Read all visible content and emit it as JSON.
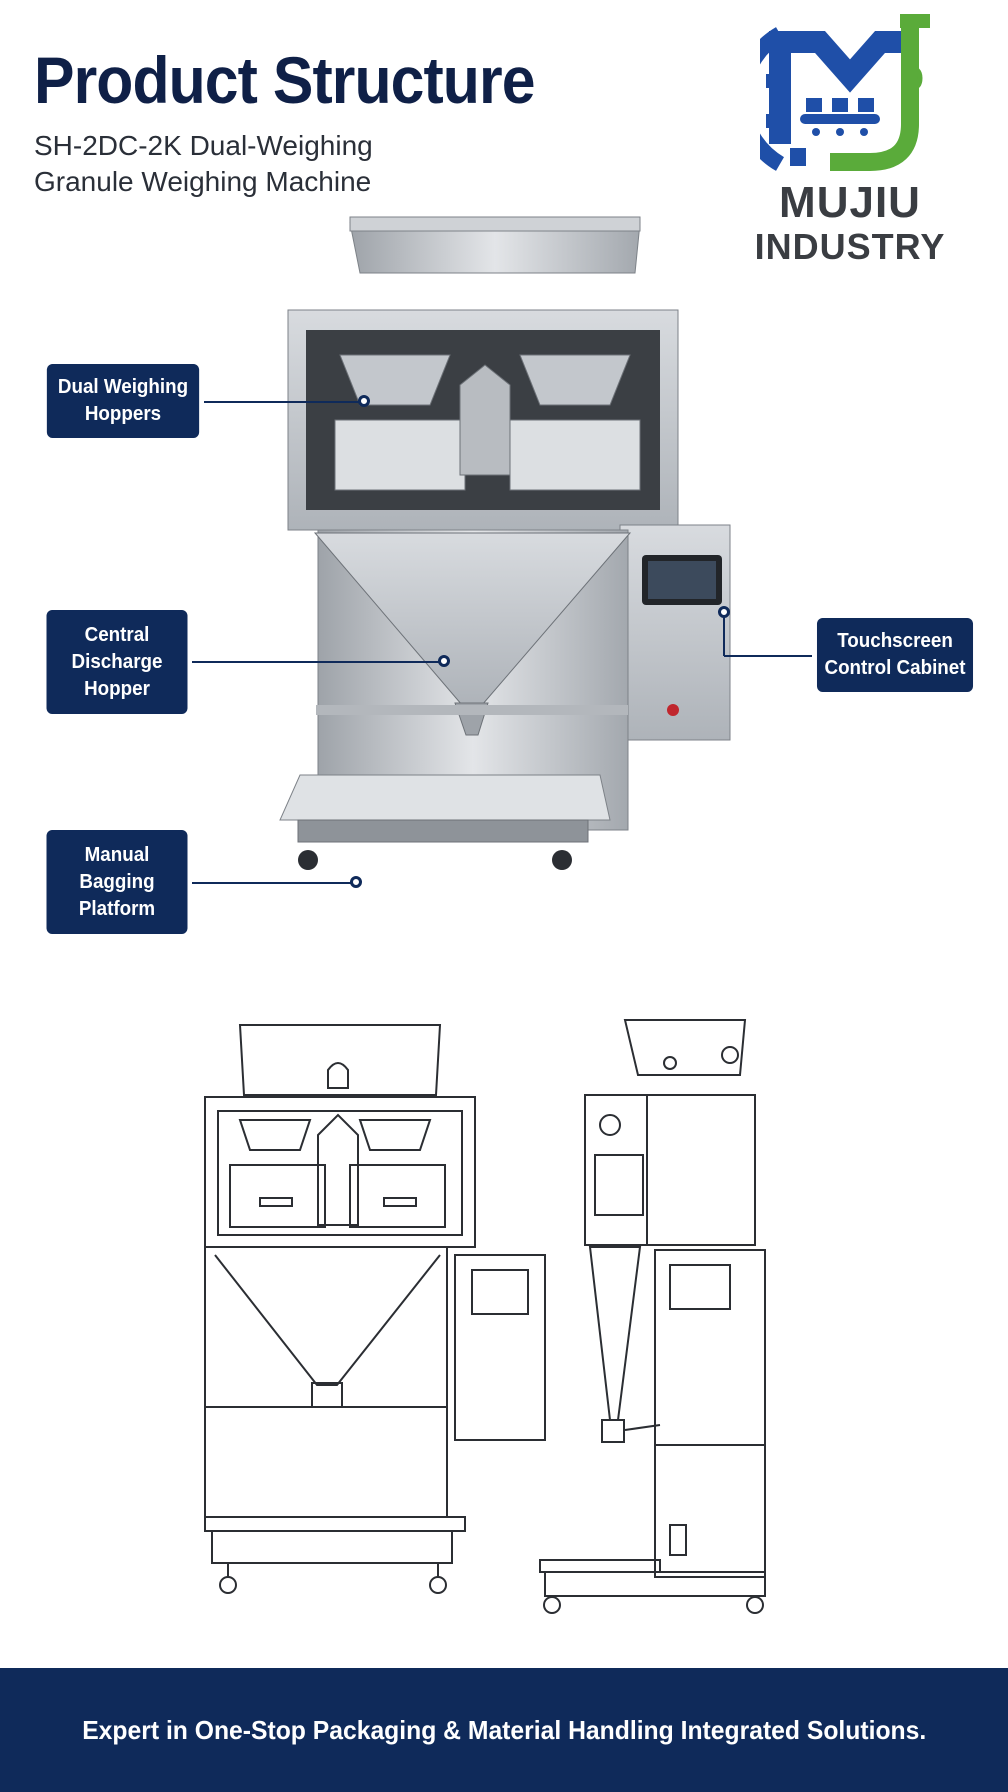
{
  "header": {
    "title": "Product Structure",
    "subtitle_line1": "SH-2DC-2K Dual-Weighing",
    "subtitle_line2": "Granule Weighing Machine"
  },
  "logo": {
    "line1": "MUJIU",
    "line2": "INDUSTRY",
    "colors": {
      "blue": "#1f4fa8",
      "green": "#5aab3a"
    }
  },
  "callouts": {
    "hoppers": {
      "line1": "Dual Weighing",
      "line2": "Hoppers"
    },
    "discharge": {
      "line1": "Central",
      "line2": "Discharge",
      "line3": "Hopper"
    },
    "platform": {
      "line1": "Manual",
      "line2": "Bagging",
      "line3": "Platform"
    },
    "cabinet": {
      "line1": "Touchscreen",
      "line2": "Control Cabinet"
    }
  },
  "footer": {
    "text": "Expert in One-Stop Packaging & Material Handling Integrated Solutions."
  },
  "colors": {
    "navy": "#0f2a5a",
    "steel": "#c9cdd2"
  }
}
